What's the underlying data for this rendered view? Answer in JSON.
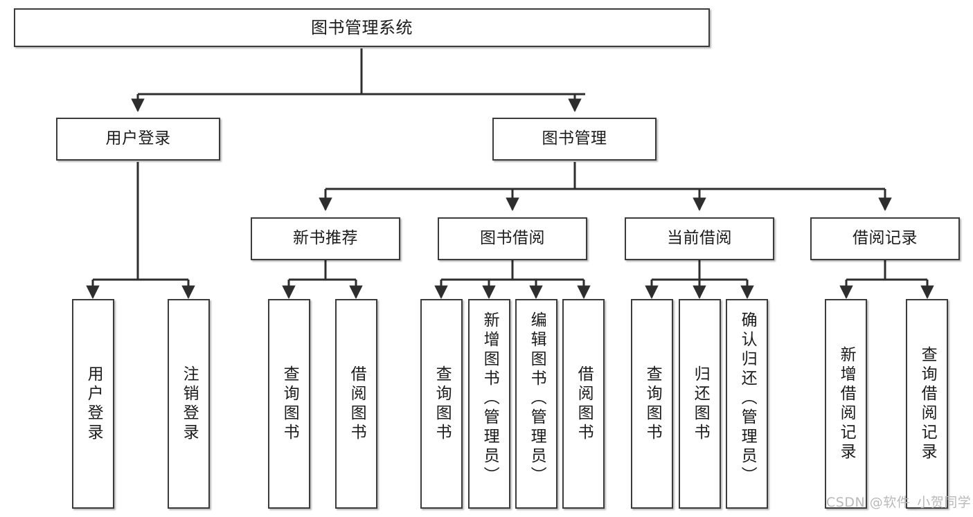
{
  "diagram": {
    "title": "图书管理系统",
    "type": "tree-hierarchy-chart",
    "watermark": "CSDN @软件_小贺同学",
    "colors": {
      "node_border": "#3b3b3b",
      "node_fill": "#ffffff",
      "edge": "#2e2e2e",
      "text": "#1b1b1b",
      "watermark": "#b9b9b9",
      "background": "#ffffff"
    },
    "nodes": {
      "root": {
        "label": "图书管理系统"
      },
      "level2": [
        {
          "id": "user-login",
          "label": "用户登录"
        },
        {
          "id": "book-manage",
          "label": "图书管理"
        }
      ],
      "level3": [
        {
          "id": "new-book-rec",
          "label": "新书推荐"
        },
        {
          "id": "book-borrow",
          "label": "图书借阅"
        },
        {
          "id": "current-borrow",
          "label": "当前借阅"
        },
        {
          "id": "borrow-record",
          "label": "借阅记录"
        }
      ],
      "leaves": {
        "user-login": [
          {
            "id": "leaf-user-login",
            "label": "用户登录"
          },
          {
            "id": "leaf-logout",
            "label": "注销登录"
          }
        ],
        "new-book-rec": [
          {
            "id": "leaf-query-book-1",
            "label": "查询图书"
          },
          {
            "id": "leaf-borrow-book-1",
            "label": "借阅图书"
          }
        ],
        "book-borrow": [
          {
            "id": "leaf-query-book-2",
            "label": "查询图书"
          },
          {
            "id": "leaf-add-book",
            "label": "新增图书（管理员）"
          },
          {
            "id": "leaf-edit-book",
            "label": "编辑图书（管理员）"
          },
          {
            "id": "leaf-borrow-book-2",
            "label": "借阅图书"
          }
        ],
        "current-borrow": [
          {
            "id": "leaf-query-book-3",
            "label": "查询图书"
          },
          {
            "id": "leaf-return-book",
            "label": "归还图书"
          },
          {
            "id": "leaf-confirm-return",
            "label": "确认归还（管理员）"
          }
        ],
        "borrow-record": [
          {
            "id": "leaf-add-record",
            "label": "新增借阅记录"
          },
          {
            "id": "leaf-query-record",
            "label": "查询借阅记录"
          }
        ]
      }
    }
  }
}
